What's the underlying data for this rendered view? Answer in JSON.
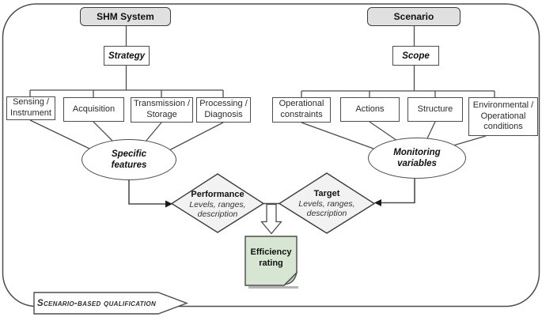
{
  "colors": {
    "header_fill": "#e0e0e0",
    "box_fill": "#ffffff",
    "diamond_fill": "#f2f2f2",
    "note_fill": "#d6e6d2",
    "note_fold": "#b8ccb3",
    "line": "#4d4d4d",
    "text": "#1a1a1a"
  },
  "left": {
    "header": "SHM System",
    "level2": "Strategy",
    "children": [
      "Sensing / Instrument",
      "Acquisition",
      "Transmission / Storage",
      "Processing / Diagnosis"
    ],
    "ellipse": "Specific features",
    "diamond": {
      "title": "Performance",
      "subtitle": "Levels, ranges, description"
    }
  },
  "right": {
    "header": "Scenario",
    "level2": "Scope",
    "children": [
      "Operational constraints",
      "Actions",
      "Structure",
      "Environmental / Operational conditions"
    ],
    "ellipse": "Monitoring variables",
    "diamond": {
      "title": "Target",
      "subtitle": "Levels, ranges, description"
    }
  },
  "output": {
    "note": "Efficiency rating"
  },
  "banner": {
    "label": "Scenario-based qualification"
  }
}
